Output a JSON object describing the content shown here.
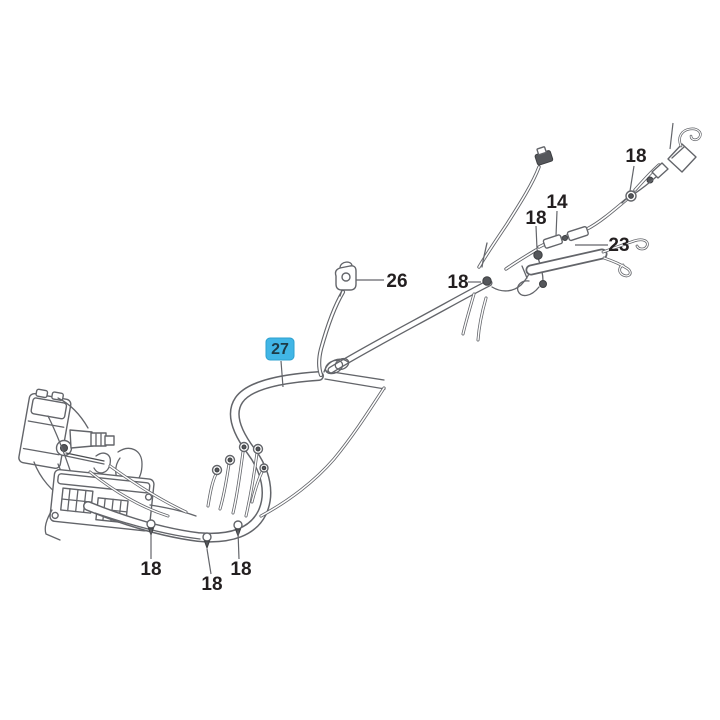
{
  "diagram": {
    "kind": "wiring-harness parts diagram",
    "background_color": "#ffffff",
    "line_color": "#63656a",
    "label_color": "#231f20"
  },
  "callouts": [
    {
      "id": "18-upper-right",
      "text": "18"
    },
    {
      "id": "14-inline-part",
      "text": "14"
    },
    {
      "id": "18-mid",
      "text": "18"
    },
    {
      "id": "23-cable-rod",
      "text": "23"
    },
    {
      "id": "26-connector",
      "text": "26"
    },
    {
      "id": "18-cluster",
      "text": "18"
    },
    {
      "id": "18-bottom-left",
      "text": "18"
    },
    {
      "id": "18-bottom-mid",
      "text": "18"
    },
    {
      "id": "18-bottom-right",
      "text": "18"
    }
  ],
  "highlight": {
    "text": "27",
    "color": "#41b6e6",
    "border_color": "#2da0cf",
    "text_color": "#1d3b47"
  }
}
